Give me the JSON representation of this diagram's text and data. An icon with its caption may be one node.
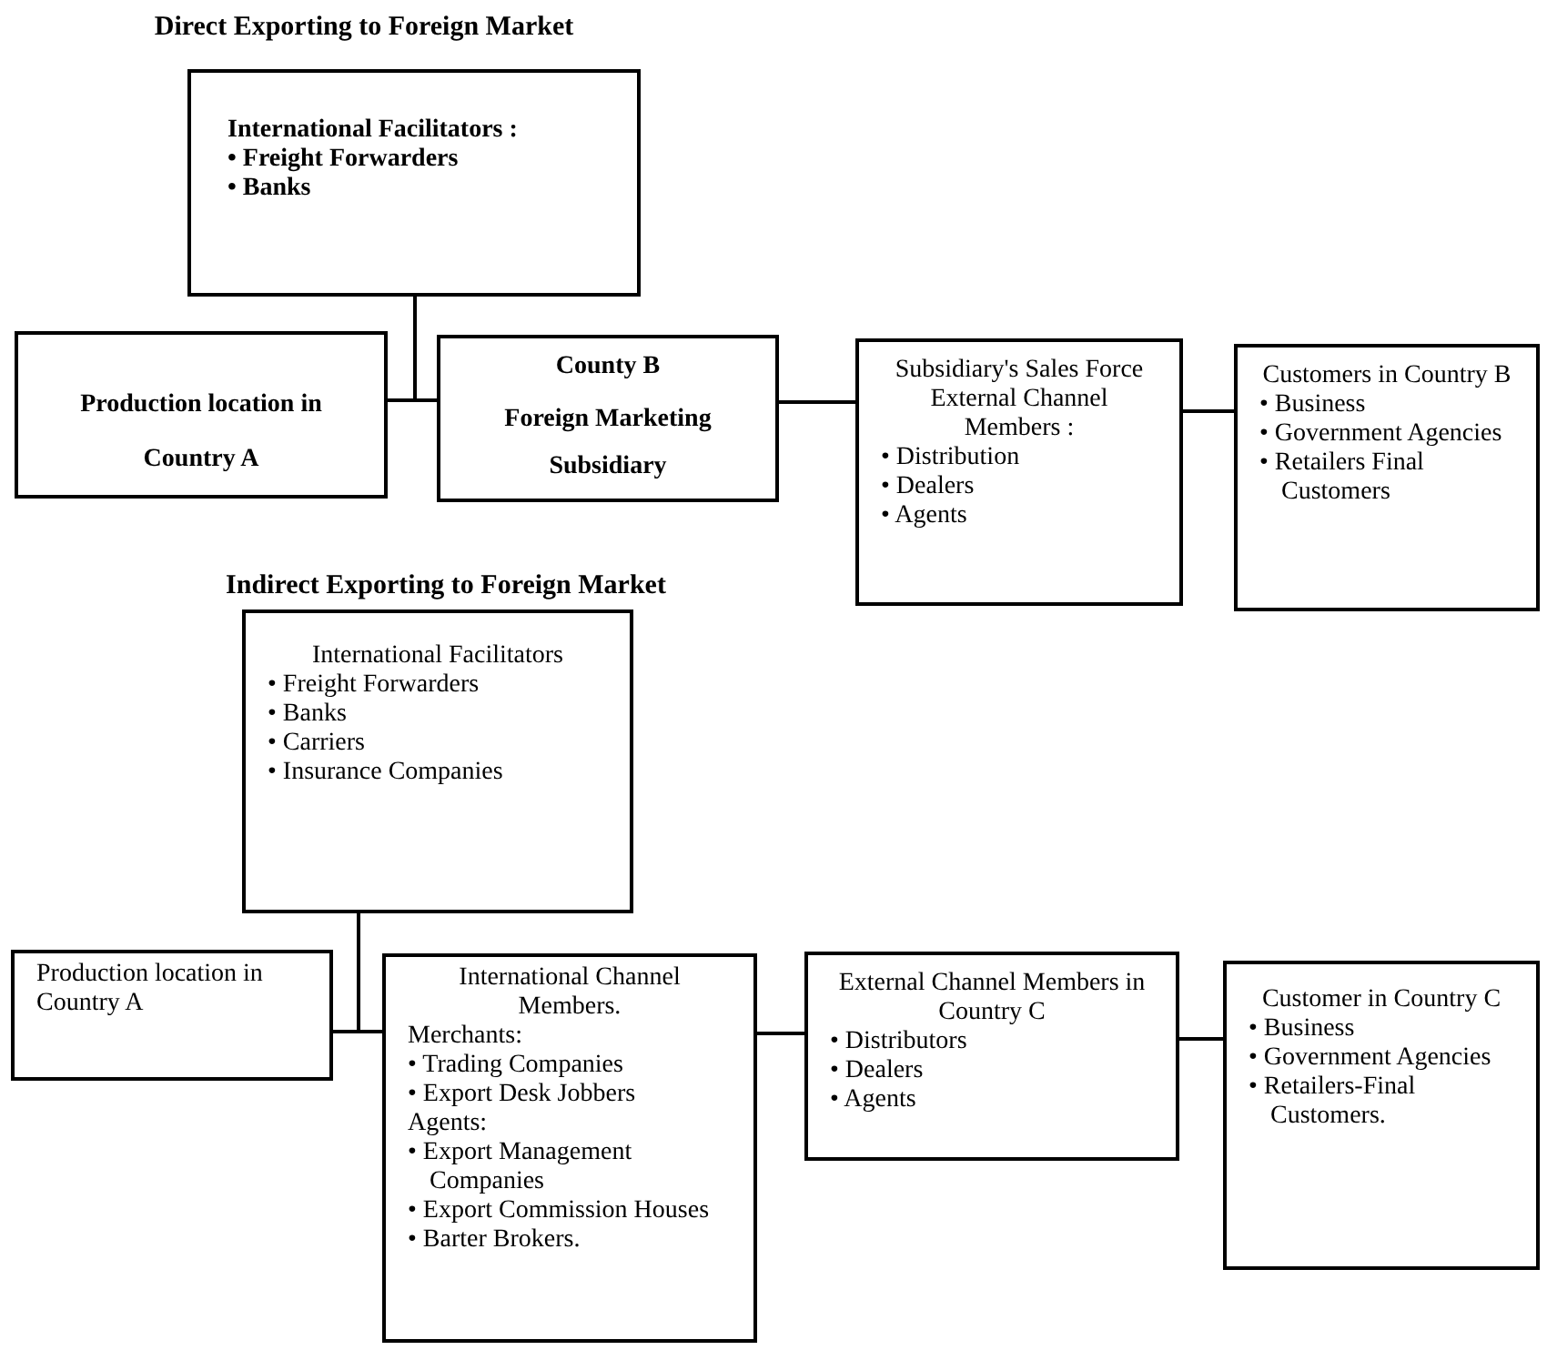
{
  "diagram": {
    "nodes": [
      {
        "text": [
          "International Facilitators :",
          "• Freight Forwarders",
          "• Banks"
        ]
      },
      {
        "text": [
          "Production location in Country A"
        ]
      },
      {
        "text": [
          "County B",
          "Foreign Marketing Subsidiary"
        ]
      },
      {
        "text": [
          "Subsidiary's Sales Force External Channel Members :",
          "• Distribution",
          "• Dealers",
          "• Agents"
        ]
      },
      {
        "text": [
          "Customers in Country B",
          "• Business",
          "• Government Agencies",
          "• Retailers Final Customers"
        ]
      },
      {
        "text": [
          "International Facilitators",
          "• Freight Forwarders",
          "• Banks",
          "• Carriers",
          "• Insurance Companies"
        ]
      },
      {
        "text": [
          "Production location in Country A"
        ]
      },
      {
        "text": [
          "International Channel Members.",
          "Merchants:",
          "• Trading Companies",
          "• Export Desk Jobbers",
          "Agents:",
          "• Export Management Companies",
          "• Export Commission Houses",
          "• Barter Brokers."
        ]
      },
      {
        "text": [
          "External Channel Members in Country C",
          "• Distributors",
          "• Dealers",
          "• Agents"
        ]
      },
      {
        "text": [
          "Customer in Country C",
          "• Business",
          "• Government Agencies",
          "• Retailers-Final Customers."
        ]
      }
    ],
    "edges": [
      {
        "from": 1,
        "to": 2,
        "arrow": "none"
      },
      {
        "from": 0,
        "to": 1,
        "arrow": "none"
      },
      {
        "from": 0,
        "to": 2,
        "arrow": "none"
      },
      {
        "from": 2,
        "to": 3,
        "arrow": "none"
      },
      {
        "from": 3,
        "to": 4,
        "arrow": "none"
      },
      {
        "from": 6,
        "to": 7,
        "arrow": "none"
      },
      {
        "from": 5,
        "to": 6,
        "arrow": "none"
      },
      {
        "from": 5,
        "to": 7,
        "arrow": "none"
      },
      {
        "from": 7,
        "to": 8,
        "arrow": "none"
      },
      {
        "from": 8,
        "to": 9,
        "arrow": "none"
      }
    ],
    "labels": [
      "Direct Exporting to Foreign Market",
      "Indirect Exporting to Foreign Market"
    ]
  }
}
